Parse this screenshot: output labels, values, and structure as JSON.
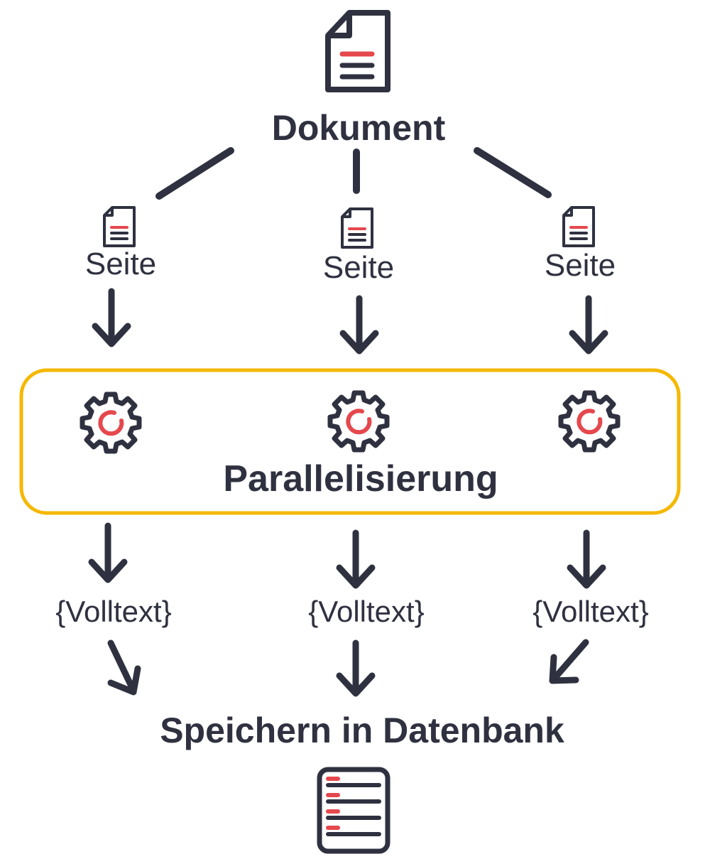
{
  "document": {
    "label": "Dokument",
    "icon": "document-icon"
  },
  "pages": [
    {
      "label": "Seite",
      "icon": "page-icon"
    },
    {
      "label": "Seite",
      "icon": "page-icon"
    },
    {
      "label": "Seite",
      "icon": "page-icon"
    }
  ],
  "processing": {
    "label": "Parallelisierung",
    "icon": "gear-icon",
    "frame_color": "#f5b800"
  },
  "outputs": [
    {
      "label": "{Volltext}"
    },
    {
      "label": "{Volltext}"
    },
    {
      "label": "{Volltext}"
    }
  ],
  "storage": {
    "label": "Speichern in Datenbank",
    "icon": "database-icon"
  },
  "colors": {
    "ink": "#2f3140",
    "accent": "#e5484d",
    "frame": "#f5b800"
  }
}
